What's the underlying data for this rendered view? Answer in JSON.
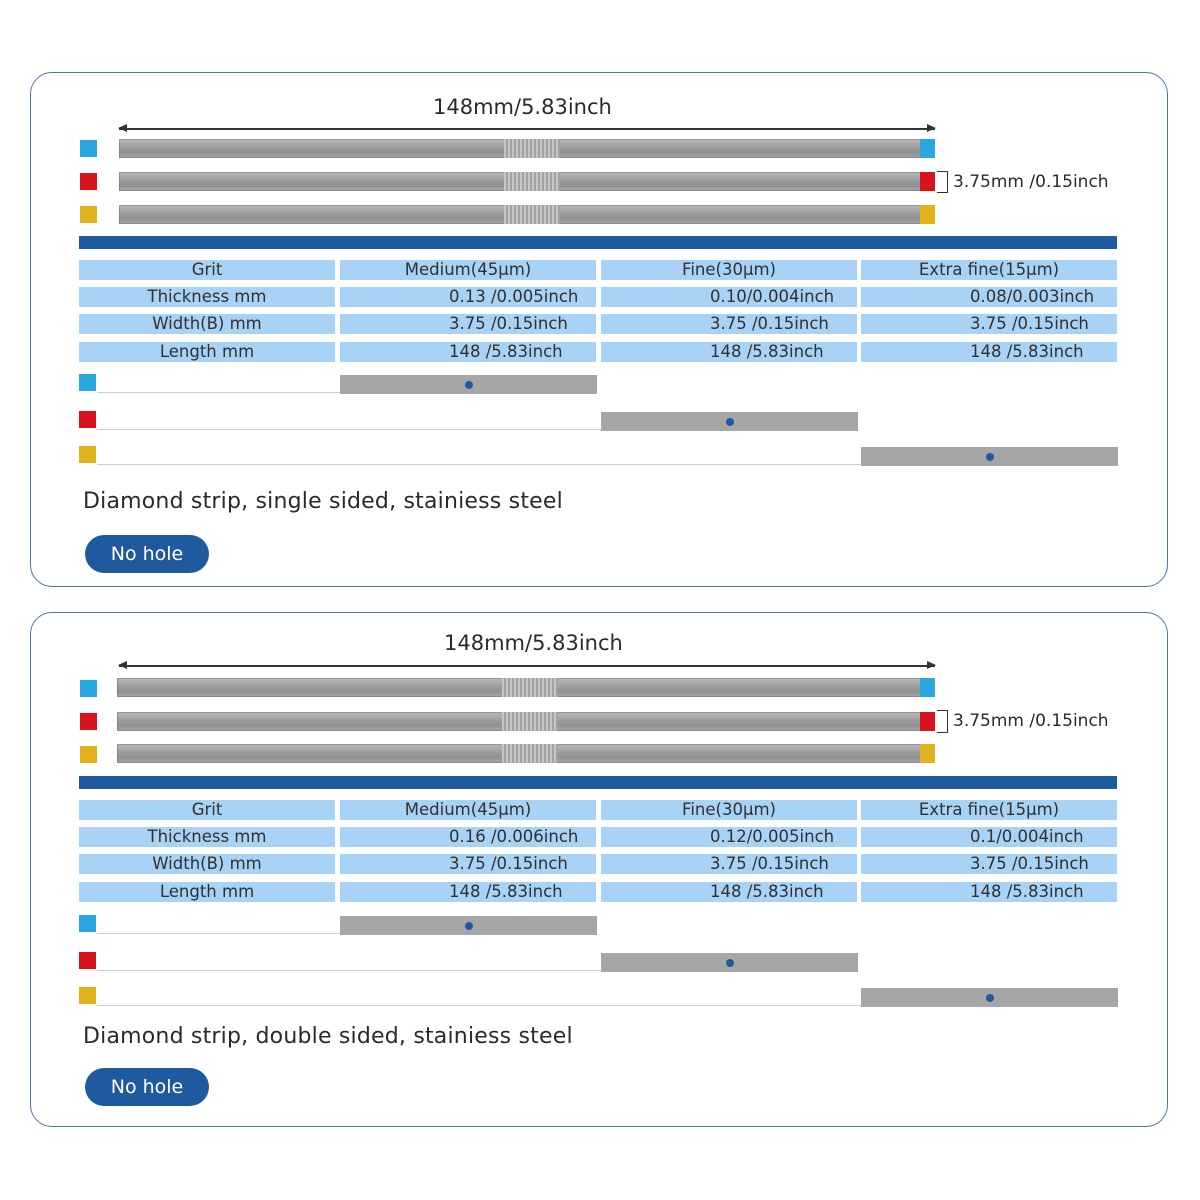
{
  "colors": {
    "accent": "#1f5a9e",
    "cyan": "#29a8df",
    "red": "#d7131d",
    "yellow": "#e0b21c",
    "table_cell": "#a9d2f7",
    "strip_gray": "#a6a6a6"
  },
  "panels": [
    {
      "length_label": "148mm/5.83inch",
      "width_label": "3.75mm /0.15inch",
      "table": {
        "header": [
          "Grit",
          "Medium(45μm)",
          "Fine(30μm)",
          "Extra fine(15μm)"
        ],
        "rows": [
          [
            "Thickness mm",
            "0.13 /0.005inch",
            "0.10/0.004inch",
            "0.08/0.003inch"
          ],
          [
            "Width(B) mm",
            "3.75 /0.15inch",
            "3.75 /0.15inch",
            "3.75 /0.15inch"
          ],
          [
            "Length mm",
            "148 /5.83inch",
            "148 /5.83inch",
            "148 /5.83inch"
          ]
        ]
      },
      "description": "Diamond strip, single sided, stainiess steel",
      "badge": "No hole"
    },
    {
      "length_label": "148mm/5.83inch",
      "width_label": "3.75mm /0.15inch",
      "table": {
        "header": [
          "Grit",
          "Medium(45μm)",
          "Fine(30μm)",
          "Extra fine(15μm)"
        ],
        "rows": [
          [
            "Thickness mm",
            "0.16 /0.006inch",
            "0.12/0.005inch",
            "0.1/0.004inch"
          ],
          [
            "Width(B) mm",
            "3.75 /0.15inch",
            "3.75 /0.15inch",
            "3.75 /0.15inch"
          ],
          [
            "Length mm",
            "148 /5.83inch",
            "148 /5.83inch",
            "148 /5.83inch"
          ]
        ]
      },
      "description": "Diamond strip, double sided, stainiess steel",
      "badge": "No hole"
    }
  ]
}
